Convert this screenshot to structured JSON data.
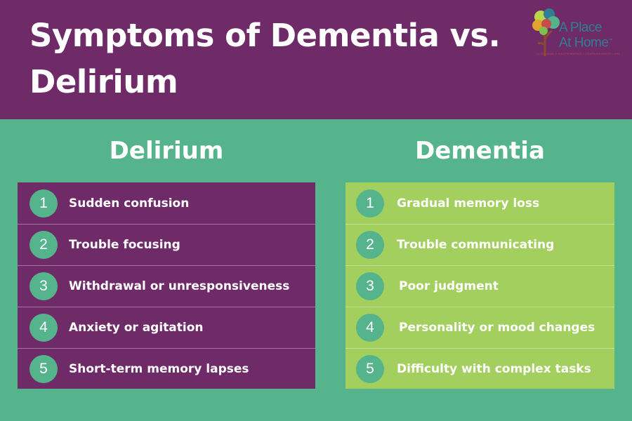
{
  "header": {
    "title": "Symptoms of Dementia vs. Delirium",
    "logo": {
      "name": "A Place At Home",
      "line1": "A Place",
      "line2": "At Home",
      "trademark": "™",
      "tagline": "SUSTAINABLE INDEPENDENCE • COMPASSIONATE CARE"
    }
  },
  "colors": {
    "purple": "#6f2a68",
    "green": "#55b48c",
    "lime": "#a2cf5e"
  },
  "delirium": {
    "heading": "Delirium",
    "items": [
      {
        "num": "1",
        "text": "Sudden confusion"
      },
      {
        "num": "2",
        "text": "Trouble focusing"
      },
      {
        "num": "3",
        "text": "Withdrawal or unresponsiveness"
      },
      {
        "num": "4",
        "text": "Anxiety or agitation"
      },
      {
        "num": "5",
        "text": "Short-term memory lapses"
      }
    ]
  },
  "dementia": {
    "heading": "Dementia",
    "items": [
      {
        "num": "1",
        "text": "Gradual memory loss"
      },
      {
        "num": "2",
        "text": "Trouble communicating"
      },
      {
        "num": "3",
        "text": "Poor judgment"
      },
      {
        "num": "4",
        "text": "Personality or mood changes"
      },
      {
        "num": "5",
        "text": "Difficulty with complex tasks"
      }
    ]
  }
}
